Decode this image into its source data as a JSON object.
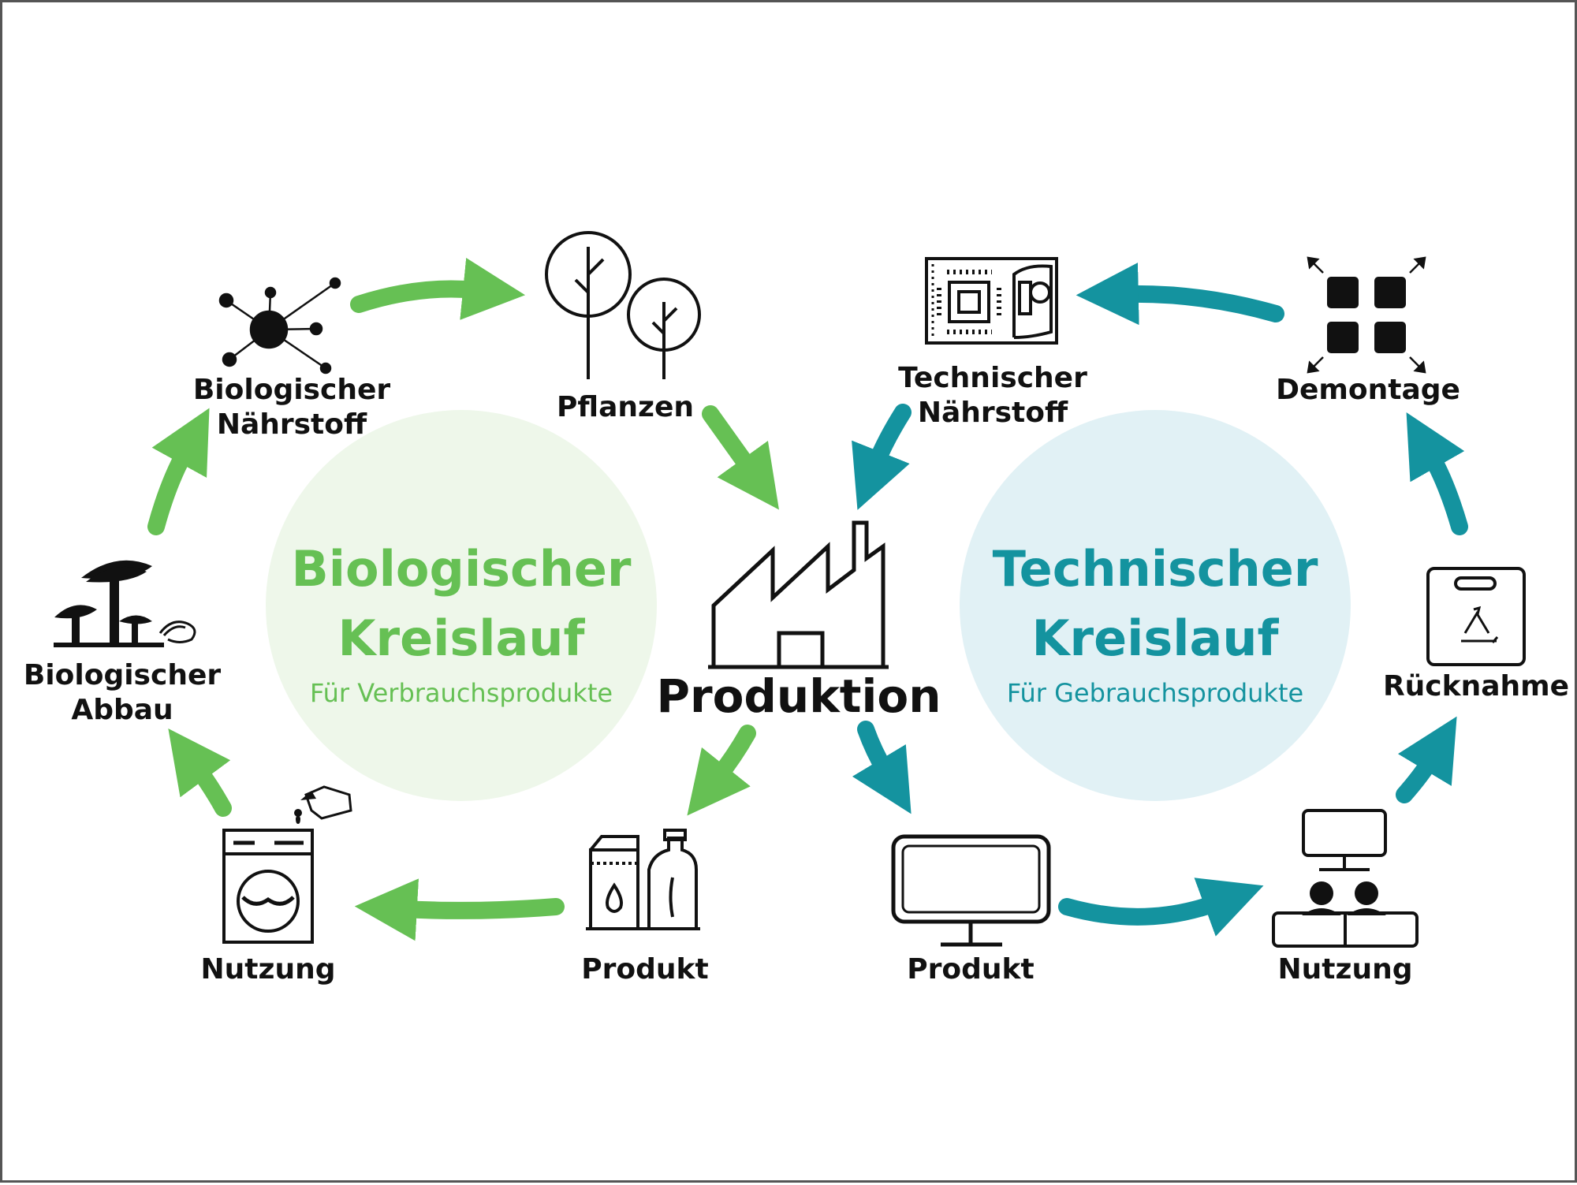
{
  "colors": {
    "biological": "#66c054",
    "technical": "#14939f",
    "biological_fill": "#eef7ea",
    "technical_fill": "#e1f1f5",
    "icon": "#111111"
  },
  "center": {
    "label": "Produktion",
    "icon": "factory-icon"
  },
  "biological": {
    "title_line1": "Biologischer",
    "title_line2": "Kreislauf",
    "subtitle": "Für Verbrauchsprodukte",
    "nodes": {
      "plants": {
        "label": "Pflanzen",
        "icon": "trees-icon"
      },
      "nutrient": {
        "line1": "Biologischer",
        "line2": "Nährstoff",
        "icon": "molecule-icon"
      },
      "decomposition": {
        "line1": "Biologischer",
        "line2": "Abbau",
        "icon": "mushroom-worm-icon"
      },
      "use": {
        "label": "Nutzung",
        "icon": "washing-machine-icon"
      },
      "product": {
        "label": "Produkt",
        "icon": "detergent-icon"
      }
    }
  },
  "technical": {
    "title_line1": "Technischer",
    "title_line2": "Kreislauf",
    "subtitle": "Für Gebrauchsprodukte",
    "nodes": {
      "nutrient": {
        "line1": "Technischer",
        "line2": "Nährstoff",
        "icon": "circuit-board-icon"
      },
      "dismantling": {
        "label": "Demontage",
        "icon": "dismantle-icon"
      },
      "return": {
        "label": "Rücknahme",
        "icon": "recycling-box-icon"
      },
      "use": {
        "label": "Nutzung",
        "icon": "computer-users-icon"
      },
      "product": {
        "label": "Produkt",
        "icon": "monitor-icon"
      }
    }
  }
}
